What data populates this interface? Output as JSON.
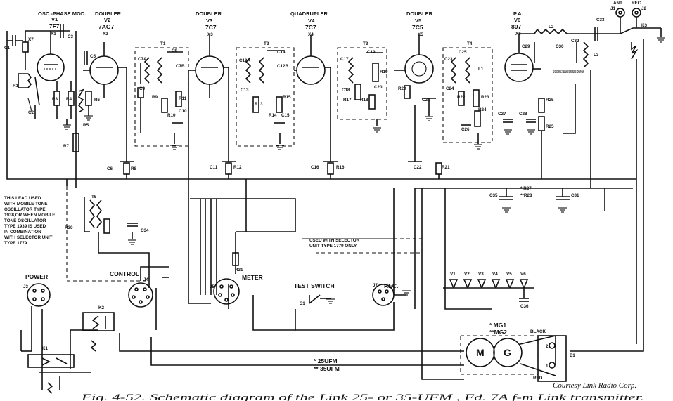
{
  "tubes": [
    {
      "stage": "OSC.-PHASE MOD.",
      "tube": "V1",
      "type": "7F7",
      "socket": "X1"
    },
    {
      "stage": "DOUBLER",
      "tube": "V2",
      "type": "7AG7",
      "socket": "X2"
    },
    {
      "stage": "DOUBLER",
      "tube": "V3",
      "type": "7C7",
      "socket": "X3"
    },
    {
      "stage": "QUADRUPLER",
      "tube": "V4",
      "type": "7C7",
      "socket": "X4"
    },
    {
      "stage": "DOUBLER",
      "tube": "V5",
      "type": "7C5",
      "socket": "X5"
    },
    {
      "stage": "P.A.",
      "tube": "V6",
      "type": "807",
      "socket": "X6"
    }
  ],
  "crystal": "X7",
  "transformers": [
    "T1",
    "T2",
    "T3",
    "T4",
    "T5"
  ],
  "coils": [
    "L1",
    "L2",
    "L3"
  ],
  "relays": [
    "K1",
    "K2",
    "K3"
  ],
  "jacks": [
    "J1",
    "J2",
    "J3",
    "J4",
    "J5",
    "J7"
  ],
  "antenna_label": "ANT.",
  "rec_top_label": "REC.",
  "disconnect_note": "TO DISCONNECT RECEIVER GROUNDING SCREW HERE",
  "components": {
    "c1": "C1",
    "c2": "C2",
    "c3": "C3",
    "c5": "C5",
    "c6": "C6",
    "c7a": "C7A",
    "c7b": "C7B",
    "c8": "C8",
    "c9": "C9",
    "c10": "C10",
    "c11": "C11",
    "c12a": "C12A",
    "c12b": "C12B",
    "c13": "C13",
    "c14": "C14",
    "c15": "C15",
    "c16": "C16",
    "c17": "C17",
    "c18": "C18",
    "c19": "C19",
    "c20": "C20",
    "c21": "C21",
    "c22": "C22",
    "c23": "C23",
    "c24": "C24",
    "c25": "C25",
    "c26": "C26",
    "c27": "C27",
    "c28": "C28",
    "c29": "C29",
    "c30": "C30",
    "c31": "C31",
    "c32": "C32",
    "c33": "C33",
    "c34": "C34",
    "c35": "C35",
    "c36": "C36",
    "r1": "R1",
    "r3": "R3",
    "r4": "R4",
    "r5": "R5",
    "r6": "R6",
    "r7": "R7",
    "r8": "R8",
    "r9": "R9",
    "r10": "R10",
    "r11": "R11",
    "r12": "R12",
    "r13": "R13",
    "r14": "R14",
    "r15": "R15",
    "r16": "R16",
    "r17": "R17",
    "r18": "R18",
    "r19": "R19",
    "r20": "R20",
    "r21": "R21",
    "r22": "R22",
    "r23": "R23",
    "r24": "R24",
    "r25": "R25",
    "r27": "R27",
    "r28": "R28",
    "r30": "R30",
    "r31": "R31"
  },
  "r27_note": "* R27",
  "r28_note": "**R28",
  "tone_note": [
    "THIS LEAD USED",
    "WITH MOBILE TONE",
    "OSCILLATOR TYPE",
    "1938,OR WHEN MOBILE",
    "TONE OSCILLATOR",
    "TYPE 1939 IS USED",
    "IN COMBINATION",
    "WITH SELECTOR UNIT",
    "TYPE 1779."
  ],
  "selector_note": [
    "USED WITH SELECTOR",
    "UNIT TYPE 1779 ONLY"
  ],
  "power_label": "POWER",
  "control_label": "CONTROL",
  "meter_label": "METER",
  "test_switch_label": "TEST SWITCH",
  "s1_label": "S1",
  "rec_label": "REC.",
  "heater_tubes": [
    "V1",
    "V2",
    "V3",
    "V4",
    "V5",
    "V6"
  ],
  "motor_generator": {
    "lines": [
      "* MG1",
      "**MG2"
    ],
    "m": "M",
    "g": "G",
    "black": "BLACK",
    "red": "RED"
  },
  "e1_label": "E1",
  "terminal_2": "2",
  "terminal_1": "1",
  "ufm_notes": [
    "* 25UFM",
    "** 35UFM"
  ],
  "credit": "Courtesy Link Radio Corp.",
  "caption": "Fig. 4-52. Schematic diagram of the Link 25- or 35-UFM , Fd. 7A f-m Link transmitter."
}
